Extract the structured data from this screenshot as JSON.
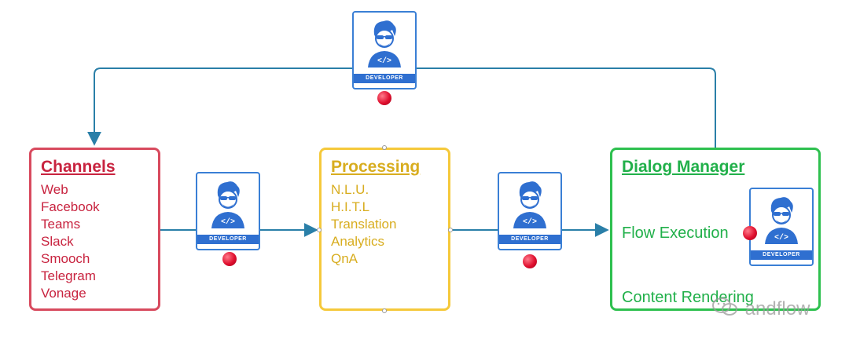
{
  "colors": {
    "connector": "#2a7fa8",
    "channels": "#c8233f",
    "processing": "#d8ad1f",
    "dialog": "#21b04a",
    "developer_blue": "#2f6fd0",
    "marker_red": "#e0102f"
  },
  "channels": {
    "title": "Channels",
    "items": [
      "Web",
      "Facebook",
      "Teams",
      "Slack",
      "Smooch",
      "Telegram",
      "Vonage"
    ]
  },
  "processing": {
    "title": "Processing",
    "items": [
      "N.L.U.",
      "H.I.T.L",
      "Translation",
      "Analytics",
      "QnA"
    ]
  },
  "dialog_manager": {
    "title": "Dialog Manager",
    "flow_execution": "Flow Execution",
    "content_rendering": "Content Rendering"
  },
  "developer_card": {
    "label": "DEVELOPER",
    "icon": "developer-icon"
  },
  "watermark": {
    "text": "andflow",
    "icon": "wechat-icon"
  }
}
